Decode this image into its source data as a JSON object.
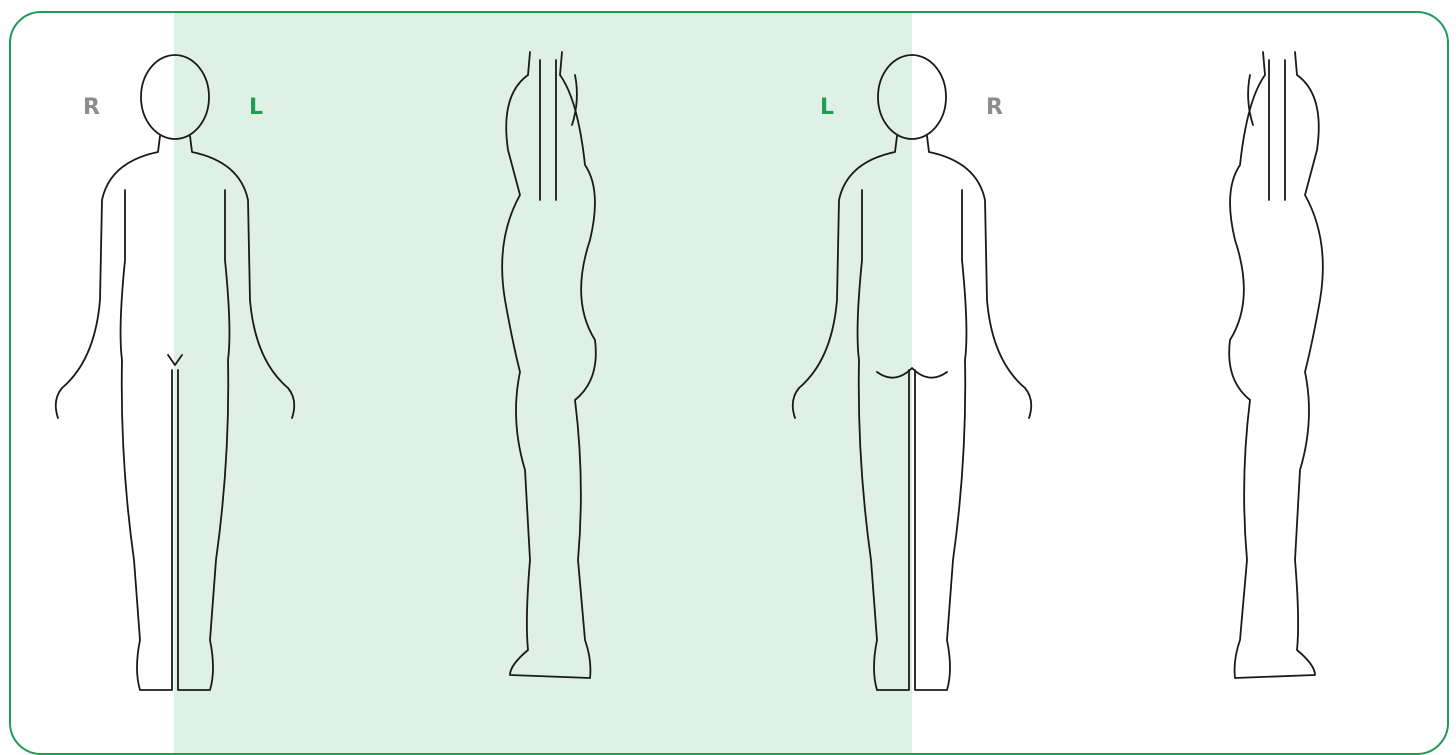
{
  "body_map": {
    "front_view": {
      "right_label": "R",
      "left_label": "L"
    },
    "back_view": {
      "left_label": "L",
      "right_label": "R"
    },
    "highlighted_side": "left",
    "colors": {
      "accent": "#1f9d55",
      "highlight": "#dff0e6",
      "muted_label": "#8c8c8c"
    },
    "figures": [
      "front-figure",
      "left-side-figure",
      "back-figure",
      "right-side-figure"
    ]
  }
}
